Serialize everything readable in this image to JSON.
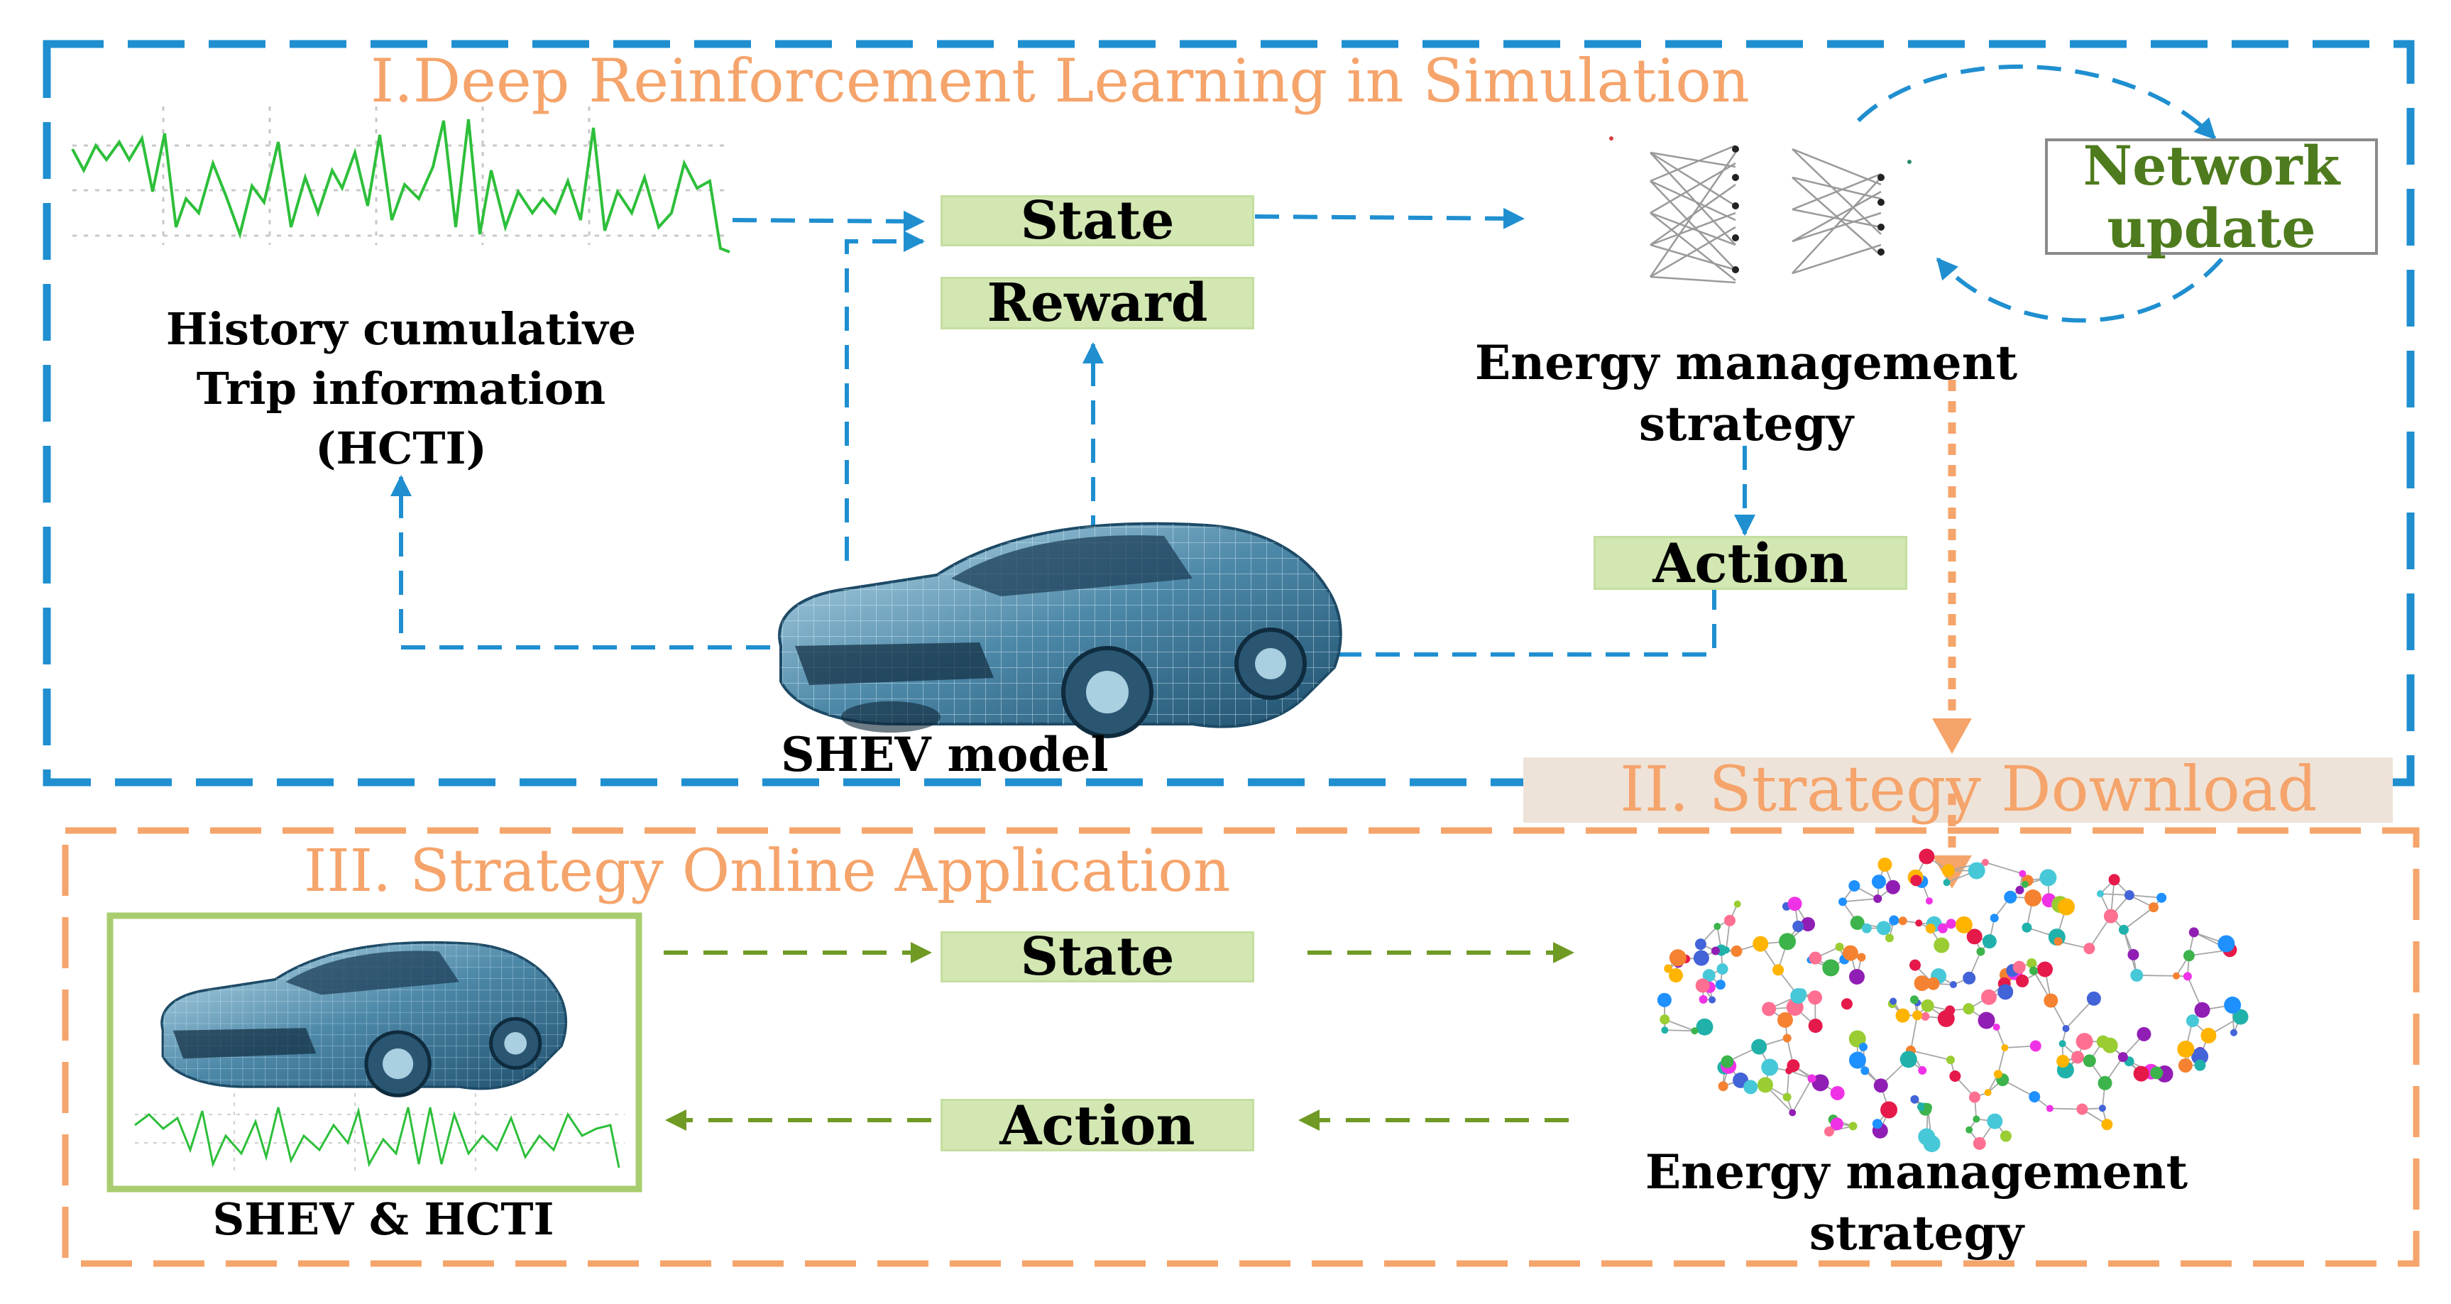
{
  "sections": {
    "section1_title": "I.Deep Reinforcement Learning in Simulation",
    "section2_title": "II. Strategy Download",
    "section3_title": "III. Strategy Online Application"
  },
  "top": {
    "hcti_label": [
      "History cumulative",
      "Trip information",
      "(HCTI)"
    ],
    "state_label": "State",
    "reward_label": "Reward",
    "ems_label": [
      "Energy management",
      "strategy"
    ],
    "network_update_label": [
      "Network",
      "update"
    ],
    "action_label": "Action",
    "shev_label": "SHEV model"
  },
  "bottom": {
    "state_label": "State",
    "action_label": "Action",
    "shev_hcti_label": "SHEV & HCTI",
    "ems_label": [
      "Energy management",
      "strategy"
    ]
  },
  "colors": {
    "blue": "#1f8fd0",
    "orange": "#f5a46b",
    "green_fill": "#d2e7b2",
    "green_arrow": "#6f9a24",
    "green_frame": "#a8cd6e",
    "network_text": "#4e7b1d",
    "download_band": "#eee3d8"
  }
}
